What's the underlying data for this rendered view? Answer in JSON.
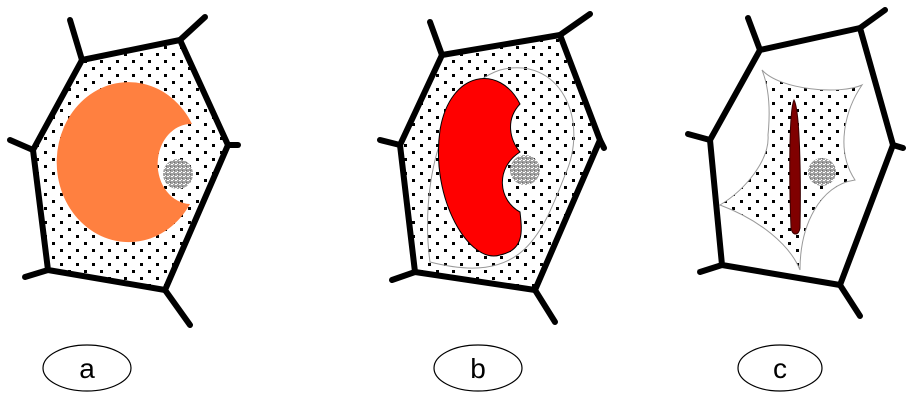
{
  "panels": [
    {
      "label": "a",
      "vacuole_color": "#FF8040",
      "nucleus_color": "#A0A0A0"
    },
    {
      "label": "b",
      "vacuole_color": "#FF0000",
      "nucleus_color": "#A0A0A0"
    },
    {
      "label": "c",
      "vacuole_color": "#800000",
      "nucleus_color": "#A0A0A0"
    }
  ],
  "colors": {
    "wall": "#000000",
    "membrane": "#999999",
    "cytoplasm_dot": "#000000",
    "background": "#FFFFFF"
  }
}
